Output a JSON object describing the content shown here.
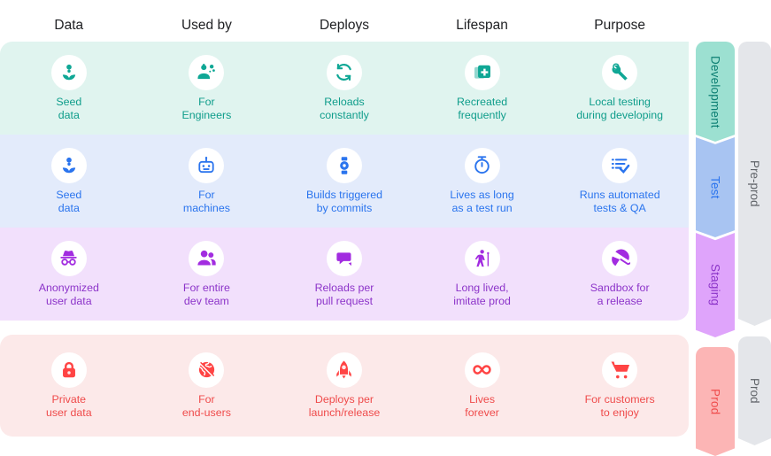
{
  "columns": [
    {
      "label": "Data"
    },
    {
      "label": "Used by"
    },
    {
      "label": "Deploys"
    },
    {
      "label": "Lifespan"
    },
    {
      "label": "Purpose"
    }
  ],
  "colors": {
    "development": {
      "accent": "#0f9d8b",
      "row_bg": "#e0f4ef",
      "bar_bg": "#9ce0d1",
      "bar_text": "#0c7f73"
    },
    "test": {
      "accent": "#2a74ee",
      "row_bg": "#e3ebfb",
      "bar_bg": "#a8c4f2",
      "bar_text": "#2a74ee"
    },
    "staging": {
      "accent": "#8c34c9",
      "row_bg": "#f2e0fc",
      "bar_bg": "#dfa4fb",
      "bar_text": "#8c34c9"
    },
    "prod": {
      "accent": "#ef4b4b",
      "row_bg": "#fce9e9",
      "bar_bg": "#fcb5b5",
      "bar_text": "#ef4b4b"
    },
    "group_bar": {
      "bg": "#e4e6ea",
      "text": "#5f6368"
    },
    "badge_bg": "#ffffff",
    "header_text": "#202124"
  },
  "rows": [
    {
      "key": "development",
      "stage_label": "Development",
      "cells": [
        {
          "icon": "seedling-icon",
          "label": "Seed\ndata"
        },
        {
          "icon": "engineer-icon",
          "label": "For\nEngineers"
        },
        {
          "icon": "refresh-icon",
          "label": "Reloads\nconstantly"
        },
        {
          "icon": "duplicate-add-icon",
          "label": "Recreated\nfrequently"
        },
        {
          "icon": "wrench-icon",
          "label": "Local testing\nduring developing"
        }
      ]
    },
    {
      "key": "test",
      "stage_label": "Test",
      "cells": [
        {
          "icon": "seedling-icon",
          "label": "Seed\ndata"
        },
        {
          "icon": "robot-icon",
          "label": "For\nmachines"
        },
        {
          "icon": "watch-icon",
          "label": "Builds triggered\nby commits"
        },
        {
          "icon": "stopwatch-icon",
          "label": "Lives as long\nas a test run"
        },
        {
          "icon": "checklist-icon",
          "label": "Runs automated\ntests & QA"
        }
      ]
    },
    {
      "key": "staging",
      "stage_label": "Staging",
      "cells": [
        {
          "icon": "incognito-icon",
          "label": "Anonymized\nuser data"
        },
        {
          "icon": "people-icon",
          "label": "For entire\ndev team"
        },
        {
          "icon": "comment-icon",
          "label": "Reloads per\npull request"
        },
        {
          "icon": "elderly-icon",
          "label": "Long lived,\nimitate prod"
        },
        {
          "icon": "umbrella-icon",
          "label": "Sandbox for\na release"
        }
      ]
    },
    {
      "key": "prod",
      "stage_label": "Prod",
      "cells": [
        {
          "icon": "lock-icon",
          "label": "Private\nuser data"
        },
        {
          "icon": "globe-off-icon",
          "label": "For\nend-users"
        },
        {
          "icon": "rocket-icon",
          "label": "Deploys per\nlaunch/release"
        },
        {
          "icon": "infinity-icon",
          "label": "Lives\nforever"
        },
        {
          "icon": "cart-icon",
          "label": "For customers\nto enjoy"
        }
      ]
    }
  ],
  "group_bars": [
    {
      "key": "preprod",
      "label": "Pre-prod"
    },
    {
      "key": "prod",
      "label": "Prod"
    }
  ]
}
